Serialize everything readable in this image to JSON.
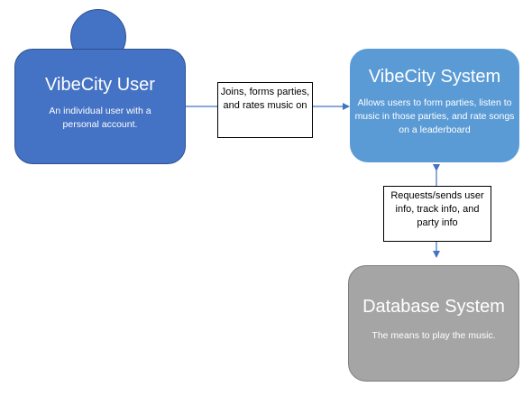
{
  "nodes": {
    "user": {
      "title": "VibeCity User",
      "description": "An individual user with a personal account.",
      "color": "#4472c4"
    },
    "system": {
      "title": "VibeCity System",
      "description": "Allows users to form parties, listen to music in those parties, and rate songs on a leaderboard",
      "color": "#5b9bd5"
    },
    "database": {
      "title": "Database System",
      "description": "The means to play the music.",
      "color": "#a5a5a5"
    }
  },
  "edges": {
    "user_to_system": "Joins, forms parties, and rates music on",
    "system_database": "Requests/sends user info, track info, and party info"
  },
  "arrow_color": "#4472c4"
}
